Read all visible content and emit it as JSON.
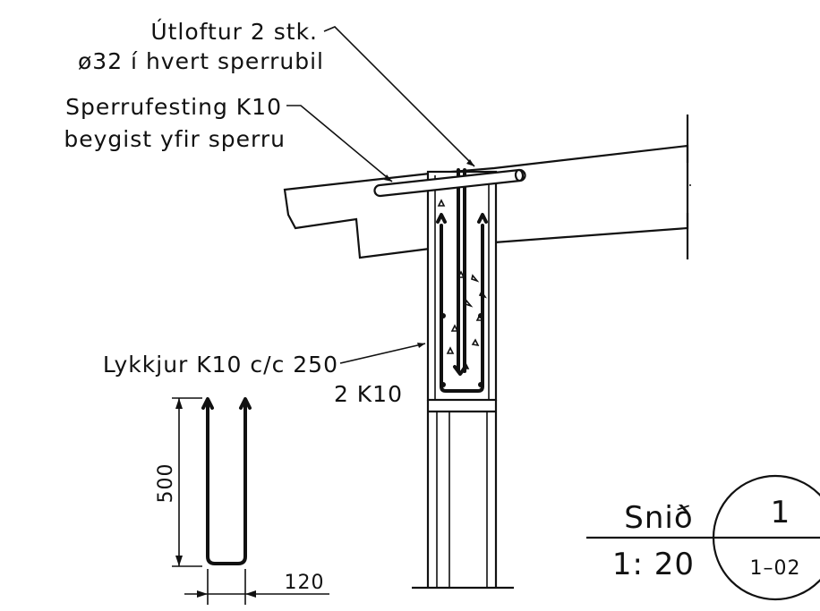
{
  "labels": {
    "utloftur_line1": "Útloftur 2 stk.",
    "utloftur_line2": "ø32 í hvert sperrubil",
    "sperrufesting_line1": "Sperrufesting K10",
    "sperrufesting_line2": "beygist yfir sperru",
    "lykkjur": "Lykkjur K10 c/c 250",
    "bars": "2 K10",
    "dim_height": "500",
    "dim_width": "120"
  },
  "section_mark": {
    "title": "Snið",
    "scale": "1: 20",
    "number": "1",
    "sheet": "1–02"
  },
  "colors": {
    "ink": "#111111",
    "paper": "#ffffff"
  }
}
